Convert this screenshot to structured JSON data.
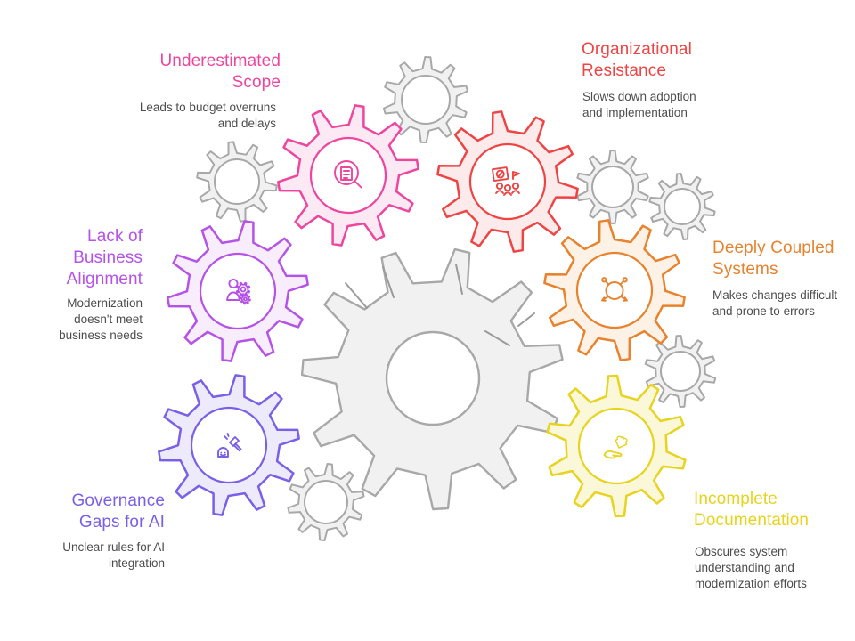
{
  "diagram": {
    "theme": {
      "background": "#ffffff",
      "gray_gear_fill": "#f1f1f1",
      "gray_gear_stroke": "#a8a8a8",
      "crack_color": "#9b9b9b",
      "description_text_color": "#4d4d4d"
    },
    "gears": [
      {
        "id": "underestimated-scope",
        "title": "Underestimated Scope",
        "description": "Leads to budget overruns and delays",
        "color": "#ee459e",
        "fill": "#fce9f4",
        "icon": "magnifier-document-icon"
      },
      {
        "id": "organizational-resistance",
        "title": "Organizational Resistance",
        "description": "Slows down adoption and implementation",
        "color": "#ee4444",
        "fill": "#fdebeb",
        "icon": "protest-group-icon"
      },
      {
        "id": "lack-of-business-alignment",
        "title": "Lack of Business Alignment",
        "description": "Modernization doesn't meet business needs",
        "color": "#b553e8",
        "fill": "#f8edfc",
        "icon": "person-gears-icon"
      },
      {
        "id": "deeply-coupled-systems",
        "title": "Deeply Coupled Systems",
        "description": "Makes changes difficult and prone to errors",
        "color": "#e8822d",
        "fill": "#fdf2e5",
        "icon": "coupled-node-icon"
      },
      {
        "id": "governance-gaps-for-ai",
        "title": "Governance Gaps for AI",
        "description": "Unclear rules for AI integration",
        "color": "#7a5fe8",
        "fill": "#edebfb",
        "icon": "gavel-icon"
      },
      {
        "id": "incomplete-documentation",
        "title": "Incomplete Documentation",
        "description": "Obscures system understanding and modernization efforts",
        "color": "#e8d31f",
        "fill": "#fbf7d9",
        "icon": "hand-puzzle-icon"
      }
    ]
  }
}
